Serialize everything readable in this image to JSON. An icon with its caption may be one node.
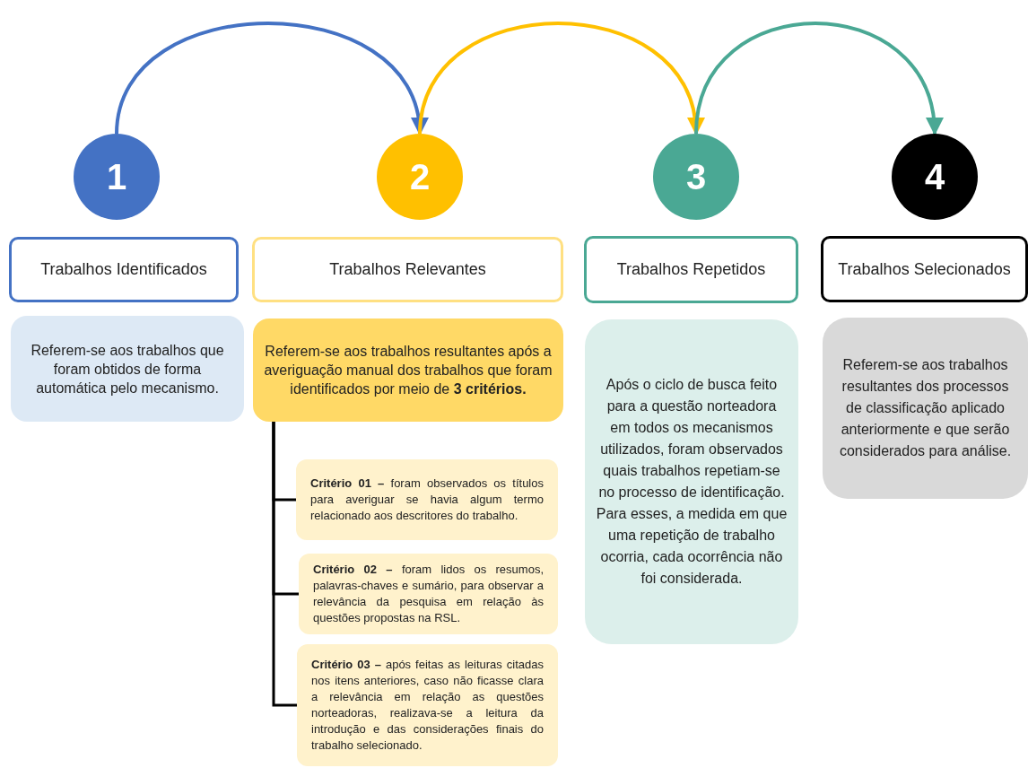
{
  "diagram": {
    "nodes": [
      {
        "text": [
          "1"
        ]
      },
      {
        "text": [
          "2"
        ]
      },
      {
        "text": [
          "3"
        ]
      },
      {
        "text": [
          "4"
        ]
      },
      {
        "text": [
          "Trabalhos Identificados"
        ]
      },
      {
        "text": [
          "Trabalhos Relevantes"
        ]
      },
      {
        "text": [
          "Trabalhos Repetidos"
        ]
      },
      {
        "text": [
          "Trabalhos Selecionados"
        ]
      },
      {
        "text": [
          "Referem-se aos trabalhos que foram obtidos de forma automática pelo mecanismo."
        ]
      },
      {
        "text": [
          "Referem-se aos trabalhos resultantes após a averiguação manual dos trabalhos que foram identificados por meio de **3 critérios.**"
        ]
      },
      {
        "text": [
          "Após o ciclo de busca feito para a questão norteadora em todos os mecanismos utilizados, foram observados quais trabalhos repetiam-se no processo de identificação. Para esses, a medida em que uma repetição de trabalho ocorria, cada ocorrência não foi considerada."
        ]
      },
      {
        "text": [
          "Referem-se aos trabalhos resultantes dos processos de classificação aplicado anteriormente e que serão considerados para análise."
        ]
      },
      {
        "text": [
          "**Critério 01 –** foram observados os títulos para averiguar se havia algum termo relacionado aos descritores do trabalho."
        ]
      },
      {
        "text": [
          "**Critério 02 –** foram lidos os resumos, palavras-chaves e sumário, para observar a relevância da pesquisa em relação às questões propostas na RSL."
        ]
      },
      {
        "text": [
          "**Critério 03 –** após feitas as leituras citadas nos itens anteriores, caso não ficasse clara a relevância em relação as questões norteadoras, realizava-se a leitura da introdução e das considerações finais do trabalho selecionado."
        ]
      }
    ],
    "edges": [
      {
        "from": 0,
        "to": 1,
        "arrow": "to",
        "color": "#4472c4"
      },
      {
        "from": 1,
        "to": 2,
        "arrow": "to",
        "color": "#ffc000"
      },
      {
        "from": 2,
        "to": 3,
        "arrow": "to",
        "color": "#4aa894"
      },
      {
        "from": 9,
        "to": 12,
        "arrow": "none"
      },
      {
        "from": 9,
        "to": 13,
        "arrow": "none"
      },
      {
        "from": 9,
        "to": 14,
        "arrow": "none"
      }
    ]
  }
}
